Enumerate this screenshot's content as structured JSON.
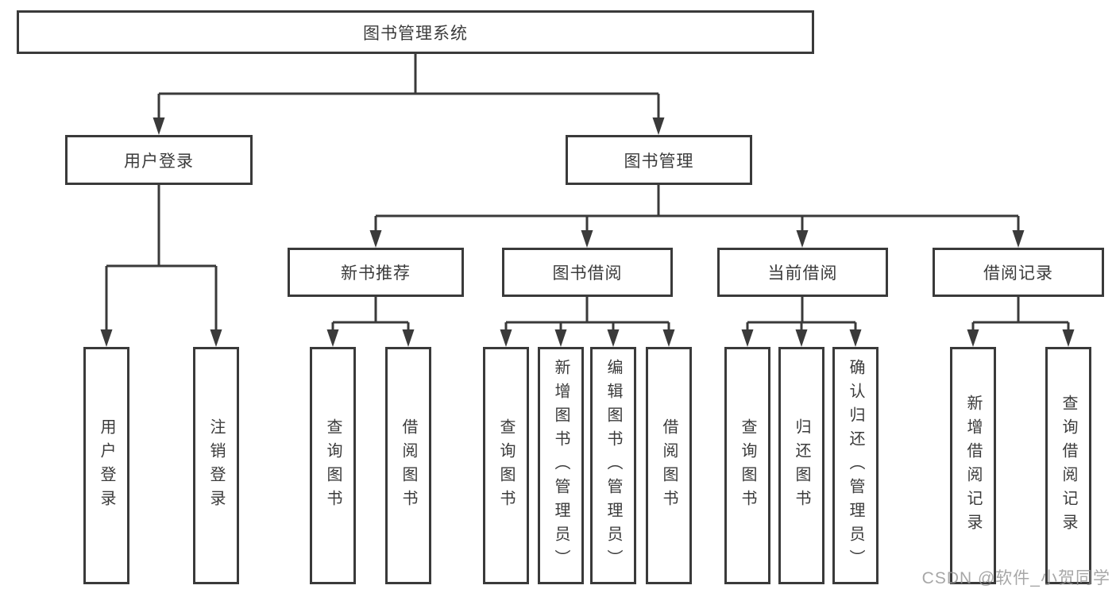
{
  "diagram_title": "图书管理系统",
  "colors": {
    "line": "#3a3a3a",
    "box_border": "#3a3a3a",
    "box_background": "#ffffff",
    "text": "#3b3b3b",
    "watermark": "#949494"
  },
  "nodes": {
    "root": {
      "label": "图书管理系统"
    },
    "user_login": {
      "label": "用户登录"
    },
    "book_mgmt": {
      "label": "图书管理"
    },
    "new_book_rec": {
      "label": "新书推荐"
    },
    "book_borrow": {
      "label": "图书借阅"
    },
    "current_borrow": {
      "label": "当前借阅"
    },
    "borrow_records": {
      "label": "借阅记录"
    },
    "leaf_user_login": {
      "label": "用户登录"
    },
    "leaf_logout": {
      "label": "注销登录"
    },
    "leaf_query_book_a": {
      "label": "查询图书"
    },
    "leaf_borrow_book_a": {
      "label": "借阅图书"
    },
    "leaf_query_book_b": {
      "label": "查询图书"
    },
    "leaf_add_book": {
      "label": "新增图书（管理员）"
    },
    "leaf_edit_book": {
      "label": "编辑图书（管理员）"
    },
    "leaf_borrow_book_b": {
      "label": "借阅图书"
    },
    "leaf_query_book_c": {
      "label": "查询图书"
    },
    "leaf_return_book": {
      "label": "归还图书"
    },
    "leaf_confirm_return": {
      "label": "确认归还（管理员）"
    },
    "leaf_add_record": {
      "label": "新增借阅记录"
    },
    "leaf_query_record": {
      "label": "查询借阅记录"
    }
  },
  "hierarchy": {
    "图书管理系统": {
      "用户登录": [
        "用户登录",
        "注销登录"
      ],
      "图书管理": {
        "新书推荐": [
          "查询图书",
          "借阅图书"
        ],
        "图书借阅": [
          "查询图书",
          "新增图书（管理员）",
          "编辑图书（管理员）",
          "借阅图书"
        ],
        "当前借阅": [
          "查询图书",
          "归还图书",
          "确认归还（管理员）"
        ],
        "借阅记录": [
          "新增借阅记录",
          "查询借阅记录"
        ]
      }
    }
  },
  "watermark": {
    "text": "CSDN @软件_小贺同学"
  }
}
